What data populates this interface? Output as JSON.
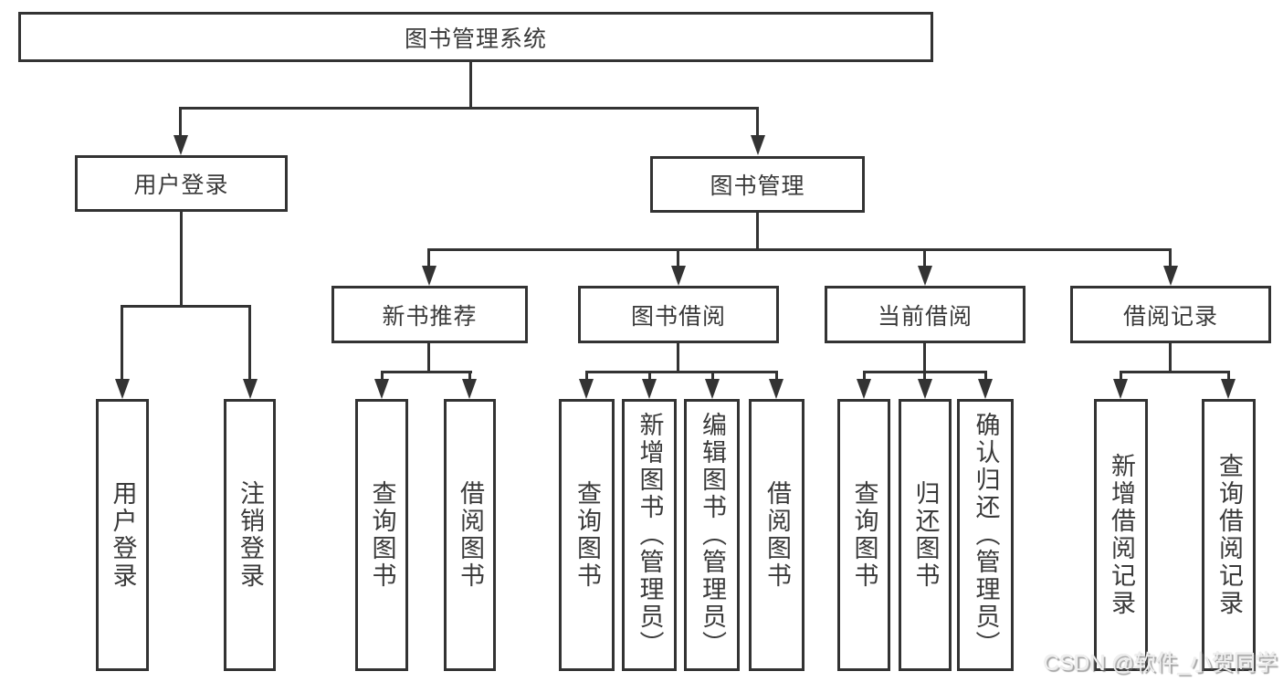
{
  "nodes": {
    "root": {
      "label": "图书管理系统"
    },
    "login": {
      "label": "用户登录"
    },
    "mgmt": {
      "label": "图书管理"
    },
    "newbook": {
      "label": "新书推荐"
    },
    "borrow": {
      "label": "图书借阅"
    },
    "current": {
      "label": "当前借阅"
    },
    "records": {
      "label": "借阅记录"
    },
    "leaves": [
      {
        "label": "用户登录"
      },
      {
        "label": "注销登录"
      },
      {
        "label": "查询图书"
      },
      {
        "label": "借阅图书"
      },
      {
        "label": "查询图书"
      },
      {
        "label": "新增图书（管理员）"
      },
      {
        "label": "编辑图书（管理员）"
      },
      {
        "label": "借阅图书"
      },
      {
        "label": "查询图书"
      },
      {
        "label": "归还图书"
      },
      {
        "label": "确认归还（管理员）"
      },
      {
        "label": "新增借阅记录"
      },
      {
        "label": "查询借阅记录"
      }
    ]
  },
  "watermark": {
    "text": "CSDN @软件_小贺同学"
  },
  "colors": {
    "line": "#333333",
    "text": "#3a3a3a",
    "background": "#ffffff"
  }
}
